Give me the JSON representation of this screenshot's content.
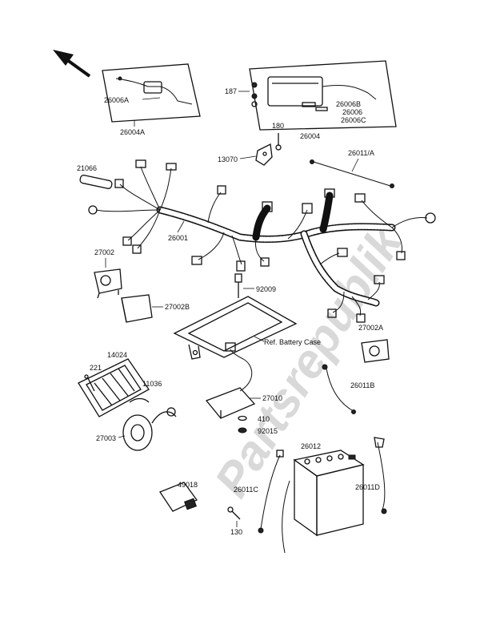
{
  "watermark": "Partsrepublik",
  "labels": {
    "l26006a": "26006A",
    "l26004a": "26004A",
    "l187": "187",
    "l26006b": "26006B",
    "l26006": "26006",
    "l26006c": "26006C",
    "l26004": "26004",
    "l180": "180",
    "l13070": "13070",
    "l26011a": "26011/A",
    "l21066": "21066",
    "l26001": "26001",
    "l27002": "27002",
    "l92009": "92009",
    "l27002b": "27002B",
    "lrefbattery": "Ref. Battery Case",
    "l27002a": "27002A",
    "l14024": "14024",
    "l221": "221",
    "l11036": "11036",
    "l26011b": "26011B",
    "l27010": "27010",
    "l410": "410",
    "l27003": "27003",
    "l92015": "92015",
    "l26012": "26012",
    "l49018": "49018",
    "l26011c": "26011C",
    "l26011d": "26011D",
    "l130": "130"
  }
}
